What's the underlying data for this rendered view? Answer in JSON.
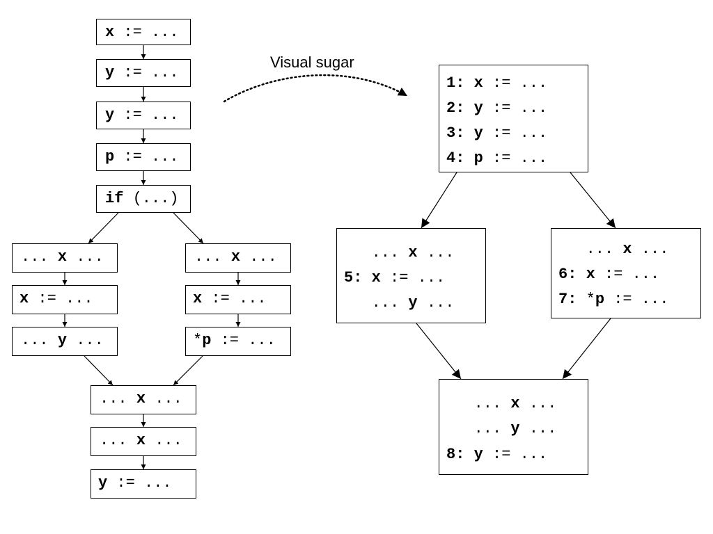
{
  "caption": "Visual sugar",
  "left_graph": {
    "nodes": [
      {
        "id": "L1",
        "lines": [
          "x := ..."
        ]
      },
      {
        "id": "L2",
        "lines": [
          "y := ..."
        ]
      },
      {
        "id": "L3",
        "lines": [
          "y := ..."
        ]
      },
      {
        "id": "L4",
        "lines": [
          "p := ..."
        ]
      },
      {
        "id": "L5",
        "lines": [
          "if (...)"
        ]
      },
      {
        "id": "L6",
        "lines": [
          "... x ..."
        ]
      },
      {
        "id": "L7",
        "lines": [
          "x := ..."
        ]
      },
      {
        "id": "L8",
        "lines": [
          "... y ..."
        ]
      },
      {
        "id": "L9",
        "lines": [
          "... x ..."
        ]
      },
      {
        "id": "L10",
        "lines": [
          "x := ..."
        ]
      },
      {
        "id": "L11",
        "lines": [
          "*p := ..."
        ]
      },
      {
        "id": "L12",
        "lines": [
          "... x ..."
        ]
      },
      {
        "id": "L13",
        "lines": [
          "... x ..."
        ]
      },
      {
        "id": "L14",
        "lines": [
          "y := ..."
        ]
      }
    ],
    "edges": [
      [
        "L1",
        "L2"
      ],
      [
        "L2",
        "L3"
      ],
      [
        "L3",
        "L4"
      ],
      [
        "L4",
        "L5"
      ],
      [
        "L5",
        "L6"
      ],
      [
        "L5",
        "L9"
      ],
      [
        "L6",
        "L7"
      ],
      [
        "L7",
        "L8"
      ],
      [
        "L9",
        "L10"
      ],
      [
        "L10",
        "L11"
      ],
      [
        "L8",
        "L12"
      ],
      [
        "L11",
        "L12"
      ],
      [
        "L12",
        "L13"
      ],
      [
        "L13",
        "L14"
      ]
    ]
  },
  "right_graph": {
    "nodes": [
      {
        "id": "R1",
        "lines": [
          "1: x := ...",
          "2: y := ...",
          "3: y := ...",
          "4: p := ..."
        ]
      },
      {
        "id": "R2",
        "lines": [
          "   ... x ...",
          "5: x := ...",
          "   ... y ..."
        ]
      },
      {
        "id": "R3",
        "lines": [
          "   ... x ...",
          "6: x := ...",
          "7: *p := ..."
        ]
      },
      {
        "id": "R4",
        "lines": [
          "   ... x ...",
          "   ... y ...",
          "8: y := ..."
        ]
      }
    ],
    "edges": [
      [
        "R1",
        "R2"
      ],
      [
        "R1",
        "R3"
      ],
      [
        "R2",
        "R4"
      ],
      [
        "R3",
        "R4"
      ]
    ]
  }
}
